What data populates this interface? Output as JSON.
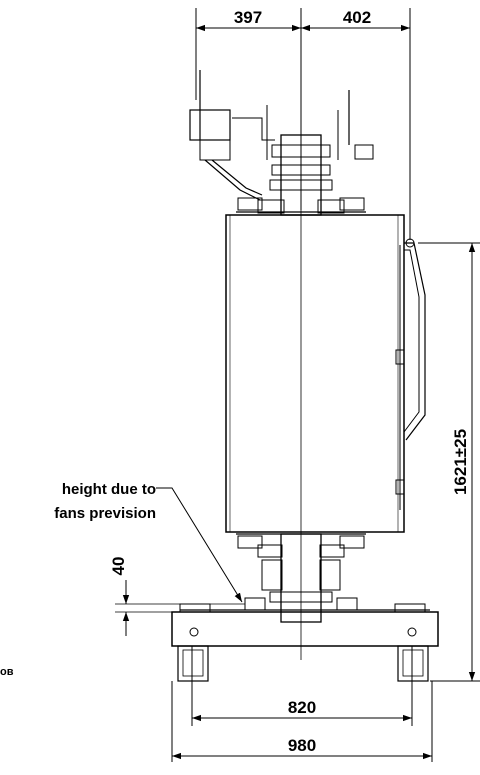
{
  "dimensions": {
    "top_left": "397",
    "top_right": "402",
    "height": "1621±25",
    "bottom_inner": "820",
    "bottom_outer": "980",
    "base_offset": "40"
  },
  "annotation": {
    "line1": "height due to",
    "line2": "fans prevision"
  },
  "cut_label": "ов"
}
